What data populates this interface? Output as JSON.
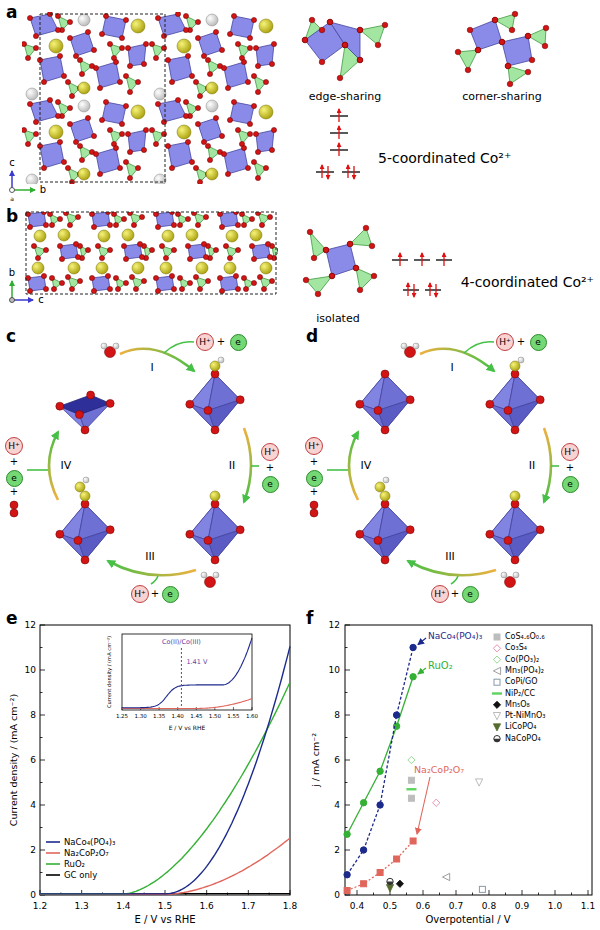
{
  "diagram": {
    "nodes": [
      {
        "text": [
          "H⁺"
        ]
      },
      {
        "text": [
          "e"
        ]
      },
      {
        "text": [
          "H⁺"
        ]
      },
      {
        "text": [
          "e"
        ]
      },
      {
        "text": [
          "H⁺"
        ]
      },
      {
        "text": [
          "e"
        ]
      },
      {
        "text": [
          "H⁺"
        ]
      },
      {
        "text": [
          "e"
        ]
      },
      {
        "text": [
          "H⁺"
        ]
      },
      {
        "text": [
          "e"
        ]
      },
      {
        "text": [
          "H⁺"
        ]
      },
      {
        "text": [
          "e"
        ]
      },
      {
        "text": [
          "H⁺"
        ]
      },
      {
        "text": [
          "e"
        ]
      },
      {
        "text": [
          "H⁺"
        ]
      },
      {
        "text": [
          "e"
        ]
      }
    ],
    "labels": [
      "a",
      "c",
      "b",
      "a",
      "edge-sharing",
      "corner-sharing",
      "5-coordinated Co²⁺",
      "b",
      "b",
      "c",
      "isolated",
      "4-coordinated Co²⁺",
      "c",
      "I",
      "II",
      "III",
      "IV",
      "d",
      "I",
      "II",
      "III",
      "IV",
      "e",
      "Current density / (mA cm⁻²)",
      "0",
      "2",
      "4",
      "6",
      "8",
      "10",
      "12",
      "E / V vs RHE",
      "1.2",
      "1.3",
      "1.4",
      "1.5",
      "1.6",
      "1.7",
      "1.8",
      "Current density / (mA cm⁻²)",
      "E / V vs RHE",
      "1.25",
      "1.30",
      "1.35",
      "1.40",
      "1.45",
      "1.50",
      "1.55",
      "1.60",
      "Co(II)/Co(III)",
      "1.41 V",
      "f",
      "j / mA cm⁻²",
      "0",
      "2",
      "4",
      "6",
      "8",
      "10",
      "12",
      "Overpotential / V",
      "0.4",
      "0.5",
      "0.6",
      "0.7",
      "0.8",
      "0.9",
      "1.0",
      "1.1",
      "NaCo₄(PO₄)₃",
      "RuO₂",
      "Na₂CoP₂O₇",
      "+",
      "+",
      "+",
      "+",
      "+",
      "+",
      "+",
      "+",
      "+",
      "+"
    ],
    "legend": [
      {
        "text": "NaCo₄(PO₄)₃"
      },
      {
        "text": "Na₂CoP₂O₇"
      },
      {
        "text": "RuO₂"
      },
      {
        "text": "GC only"
      },
      {
        "text": "CoS₄.₆O₀.₆"
      },
      {
        "text": "Co₃S₄"
      },
      {
        "text": "Co(PO₃)₂"
      },
      {
        "text": "Mn₃(PO₄)₂"
      },
      {
        "text": "CoPi/GO"
      },
      {
        "text": "NiP₂/CC"
      },
      {
        "text": "Mn₅O₈"
      },
      {
        "text": "Pt-NiMnO₃"
      },
      {
        "text": "LiCoPO₄"
      },
      {
        "text": "NaCoPO₄"
      }
    ]
  }
}
